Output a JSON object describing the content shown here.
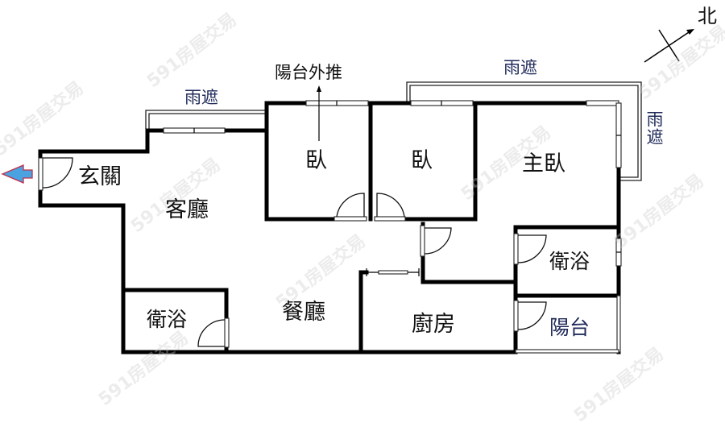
{
  "diagram": {
    "type": "floor-plan",
    "compass": {
      "label": "北",
      "direction": "north-east"
    },
    "entrance": {
      "arrow_color": "#4aa3e0",
      "arrow_outline": "#c0304a"
    },
    "rooms": {
      "entry": "玄關",
      "living_room": "客廳",
      "bedroom_1": "臥",
      "bedroom_2": "臥",
      "master_bedroom": "主臥",
      "bathroom_1": "衛浴",
      "dining_room": "餐廳",
      "kitchen": "廚房",
      "bathroom_2": "衛浴",
      "balcony": "陽台"
    },
    "annotations": {
      "awning_living": "雨遮",
      "awning_top_right": "雨遮",
      "awning_right": "雨遮",
      "balcony_push_out": "陽台外推"
    },
    "colors": {
      "wall": "#000000",
      "label_dark": "#111111",
      "label_navy": "#1f2a5a",
      "watermark": "#c8c8c8"
    },
    "watermark": "591房屋交易"
  }
}
